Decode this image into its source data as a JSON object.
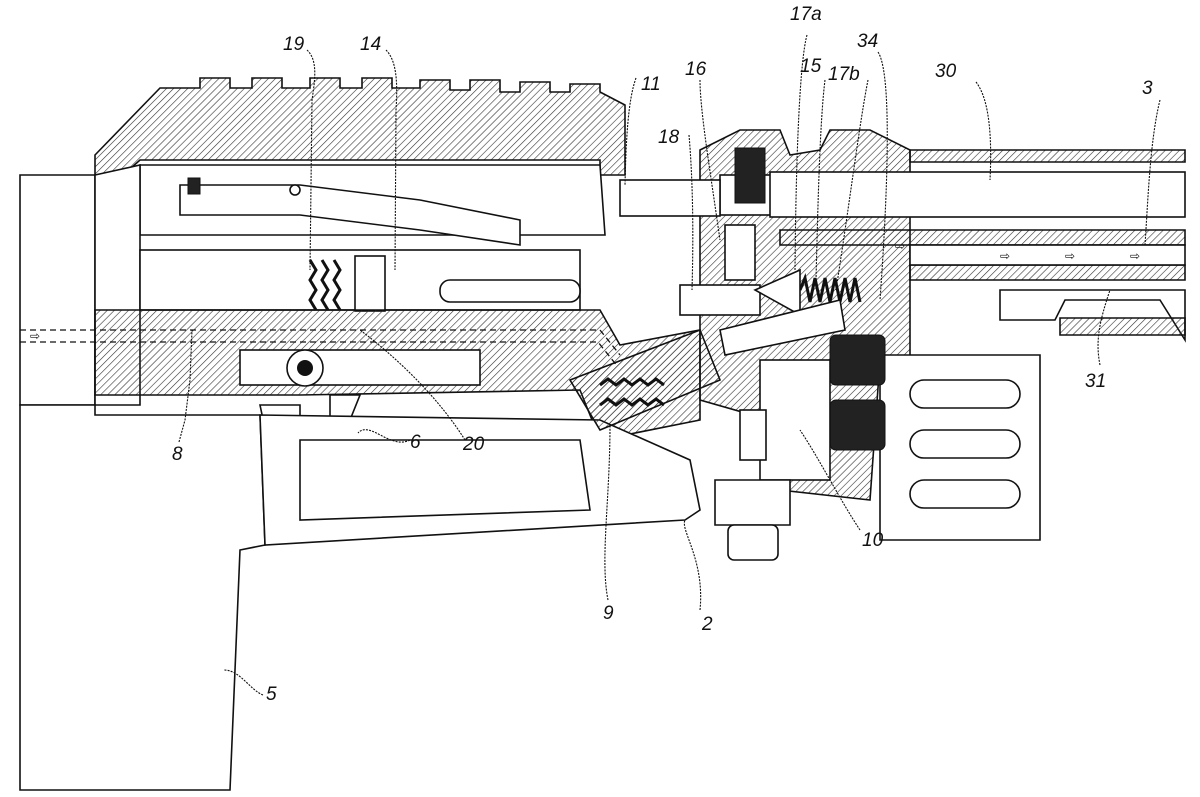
{
  "figure": {
    "type": "patent cross-section drawing",
    "subject": "pneumatic gun mechanism cutaway",
    "labels": [
      {
        "id": "19",
        "text": "19"
      },
      {
        "id": "14",
        "text": "14"
      },
      {
        "id": "11",
        "text": "11"
      },
      {
        "id": "16",
        "text": "16"
      },
      {
        "id": "18",
        "text": "18"
      },
      {
        "id": "17a",
        "text": "17a"
      },
      {
        "id": "15",
        "text": "15"
      },
      {
        "id": "17b",
        "text": "17b"
      },
      {
        "id": "34",
        "text": "34"
      },
      {
        "id": "30",
        "text": "30"
      },
      {
        "id": "3",
        "text": "3"
      },
      {
        "id": "31",
        "text": "31"
      },
      {
        "id": "8",
        "text": "8"
      },
      {
        "id": "6",
        "text": "6"
      },
      {
        "id": "20",
        "text": "20"
      },
      {
        "id": "10",
        "text": "10"
      },
      {
        "id": "9",
        "text": "9"
      },
      {
        "id": "2",
        "text": "2"
      },
      {
        "id": "5",
        "text": "5"
      }
    ]
  }
}
